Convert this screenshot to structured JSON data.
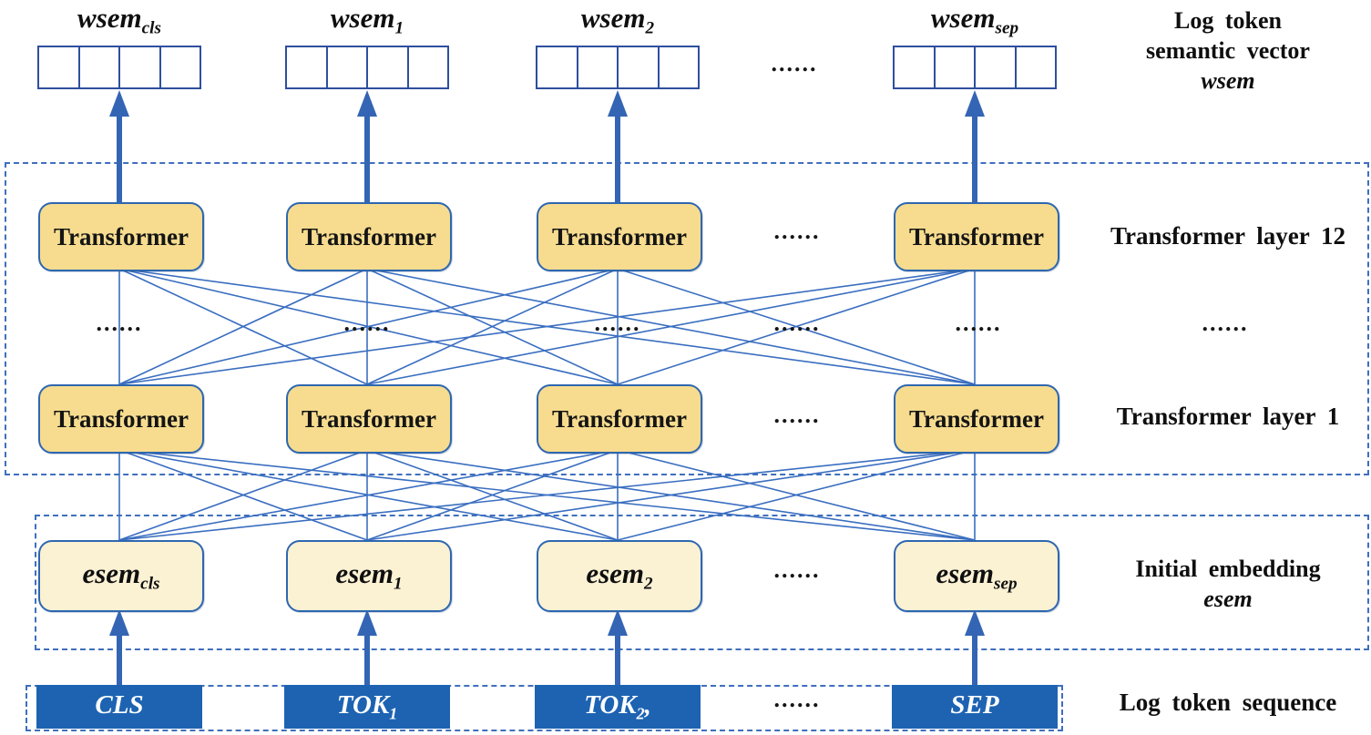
{
  "dots": "......",
  "transformer_box_label": "Transformer",
  "columns": [
    {
      "wsem_base": "wsem",
      "wsem_sub": "cls",
      "esem_base": "esem",
      "esem_sub": "cls",
      "token_text": "CLS",
      "token_sub": "",
      "token_suffix": ""
    },
    {
      "wsem_base": "wsem",
      "wsem_sub": "1",
      "esem_base": "esem",
      "esem_sub": "1",
      "token_text": "TOK",
      "token_sub": "1",
      "token_suffix": ""
    },
    {
      "wsem_base": "wsem",
      "wsem_sub": "2",
      "esem_base": "esem",
      "esem_sub": "2",
      "token_text": "TOK",
      "token_sub": "2",
      "token_suffix": ","
    },
    {
      "wsem_base": "wsem",
      "wsem_sub": "sep",
      "esem_base": "esem",
      "esem_sub": "sep",
      "token_text": "SEP",
      "token_sub": "",
      "token_suffix": ""
    }
  ],
  "side_labels": {
    "output_line1": "Log token",
    "output_line2": "semantic vector",
    "output_math": "wsem",
    "layer12": "Transformer layer 12",
    "layer1": "Transformer layer 1",
    "embedding_line1": "Initial embedding",
    "embedding_math": "esem",
    "sequence": "Log token sequence"
  },
  "colors": {
    "line_blue": "#3a6ec0",
    "arrow_blue": "#3465b4",
    "box_border_blue": "#2e67b0",
    "dashed_border_blue": "#3f6fbd",
    "transformer_fill": "#f7dc8f",
    "esem_fill": "#fbf1d3",
    "token_fill": "#1d63b2",
    "vector_cell_border": "#2e4f9e",
    "label_text": "#0f0f0f",
    "token_text_color": "#ffffff"
  }
}
